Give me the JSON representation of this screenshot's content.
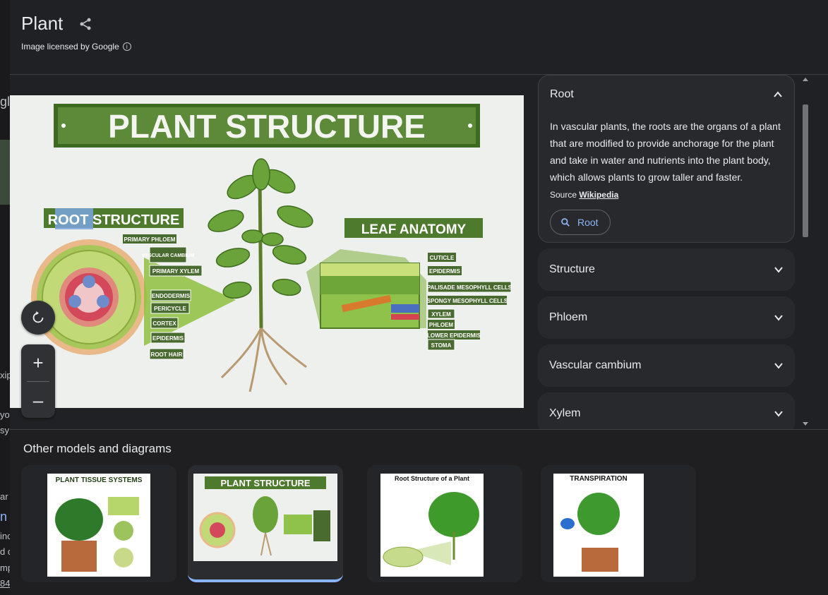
{
  "background_fragments": [
    "gl",
    "xip",
    "yo",
    "sy",
    "ar",
    "n",
    "inc",
    "d c",
    "mp",
    "84"
  ],
  "header": {
    "title": "Plant",
    "license": "Image licensed by Google",
    "info_symbol": "i"
  },
  "diagram": {
    "banner": "PLANT STRUCTURE",
    "root_title": "ROOT STRUCTURE",
    "leaf_title": "LEAF ANATOMY",
    "root_labels": [
      "PRIMARY PHLOEM",
      "VASCULAR CAMBIUM",
      "PRIMARY XYLEM",
      "ENDODERMIS",
      "PERICYCLE",
      "CORTEX",
      "EPIDERMIS",
      "ROOT HAIR"
    ],
    "leaf_labels": [
      "CUTICLE",
      "EPIDERMIS",
      "PALISADE MESOPHYLL CELLS",
      "SPONGY MESOPHYLL CELLS",
      "XYLEM",
      "PHLOEM",
      "LOWER EPIDERMIS",
      "STOMA"
    ]
  },
  "controls": {
    "zoom_in": "+",
    "zoom_out": "–"
  },
  "side_panel": {
    "open_card": {
      "title": "Root",
      "description": "In vascular plants, the roots are the organs of a plant that are modified to provide anchorage for the plant and take in water and nutrients into the plant body, which allows plants to grow taller and faster.",
      "source_label": "Source",
      "source_link": "Wikipedia",
      "chip_label": "Root"
    },
    "closed_cards": [
      "Structure",
      "Phloem",
      "Vascular cambium",
      "Xylem"
    ]
  },
  "bottom": {
    "title": "Other models and diagrams",
    "thumbnails": [
      {
        "caption": "PLANT TISSUE SYSTEMS",
        "selected": false
      },
      {
        "caption": "PLANT STRUCTURE",
        "selected": true
      },
      {
        "caption": "Root Structure of a Plant",
        "selected": false
      },
      {
        "caption": "TRANSPIRATION",
        "selected": false
      }
    ]
  },
  "colors": {
    "accent": "#8ab4f8",
    "banner_green": "#4e7a2e",
    "panel_bg": "#202124",
    "card_bg": "#28292c"
  }
}
